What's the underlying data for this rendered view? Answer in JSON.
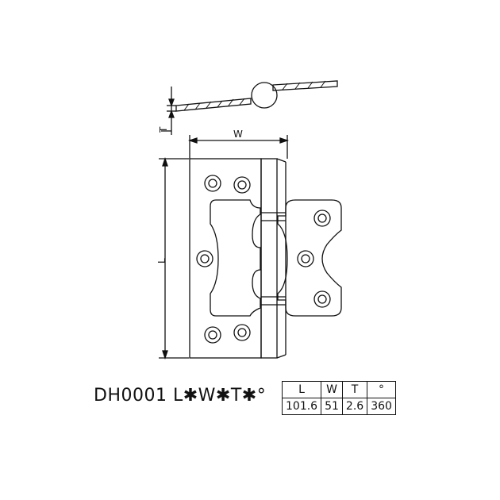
{
  "diagram": {
    "top_view_dim_label": "T",
    "width_dim_label": "W",
    "length_dim_label": "L"
  },
  "caption": {
    "model_code": "DH0001 L✱W✱T✱°"
  },
  "spec_table": {
    "headers": [
      "L",
      "W",
      "T",
      "°"
    ],
    "values": [
      "101.6",
      "51",
      "2.6",
      "360"
    ]
  },
  "colors": {
    "line": "#111111",
    "background": "#ffffff"
  }
}
